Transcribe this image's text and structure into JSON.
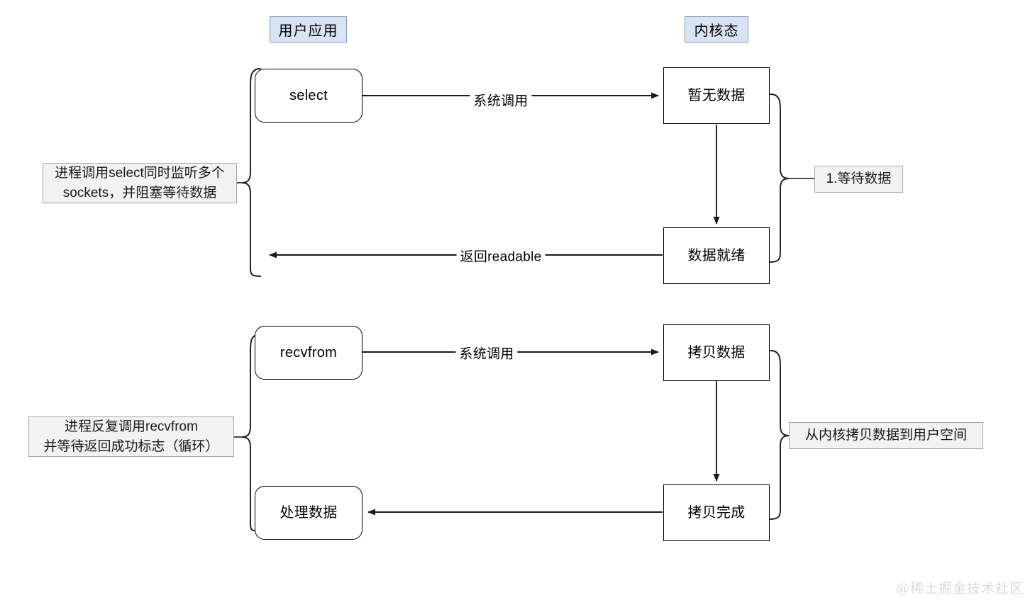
{
  "diagram": {
    "title": "select IO model flow",
    "watermark": "@稀土掘金技术社区",
    "colors": {
      "chip_fill": "#dae3f3",
      "chip_border": "#8496b0",
      "note_fill": "#f2f2f2",
      "note_border": "#a6a6a6",
      "node_border": "#000000",
      "line": "#1a1a1a",
      "watermark": "#d9d9d9"
    },
    "headers": [
      {
        "id": "user-app",
        "label": "用户应用"
      },
      {
        "id": "kernel",
        "label": "内核态"
      }
    ],
    "sections": [
      {
        "id": "section-select",
        "nodes": [
          {
            "id": "select",
            "label": "select",
            "shape": "rounded"
          },
          {
            "id": "no-data",
            "label": "暂无数据",
            "shape": "sharp"
          },
          {
            "id": "data-ready",
            "label": "数据就绪",
            "shape": "sharp"
          }
        ],
        "edges": [
          {
            "id": "syscall-1",
            "label": "系统调用",
            "from": "select",
            "to": "no-data",
            "direction": "right"
          },
          {
            "id": "wait-down-1",
            "label": "",
            "from": "no-data",
            "to": "data-ready",
            "direction": "down"
          },
          {
            "id": "return-readable",
            "label": "返回readable",
            "from": "data-ready",
            "to": "select",
            "direction": "left"
          }
        ],
        "left_note": "进程调用select同时监听多个\nsockets，并阻塞等待数据",
        "right_note": "1.等待数据"
      },
      {
        "id": "section-recvfrom",
        "nodes": [
          {
            "id": "recvfrom",
            "label": "recvfrom",
            "shape": "rounded"
          },
          {
            "id": "copy-data",
            "label": "拷贝数据",
            "shape": "sharp"
          },
          {
            "id": "copy-done",
            "label": "拷贝完成",
            "shape": "sharp"
          },
          {
            "id": "handle-data",
            "label": "处理数据",
            "shape": "rounded"
          }
        ],
        "edges": [
          {
            "id": "syscall-2",
            "label": "系统调用",
            "from": "recvfrom",
            "to": "copy-data",
            "direction": "right"
          },
          {
            "id": "copy-down-2",
            "label": "",
            "from": "copy-data",
            "to": "copy-done",
            "direction": "down"
          },
          {
            "id": "copy-return",
            "label": "",
            "from": "copy-done",
            "to": "handle-data",
            "direction": "left"
          }
        ],
        "left_note": "进程反复调用recvfrom\n并等待返回成功标志（循环）",
        "right_note": "从内核拷贝数据到用户空间"
      }
    ]
  }
}
